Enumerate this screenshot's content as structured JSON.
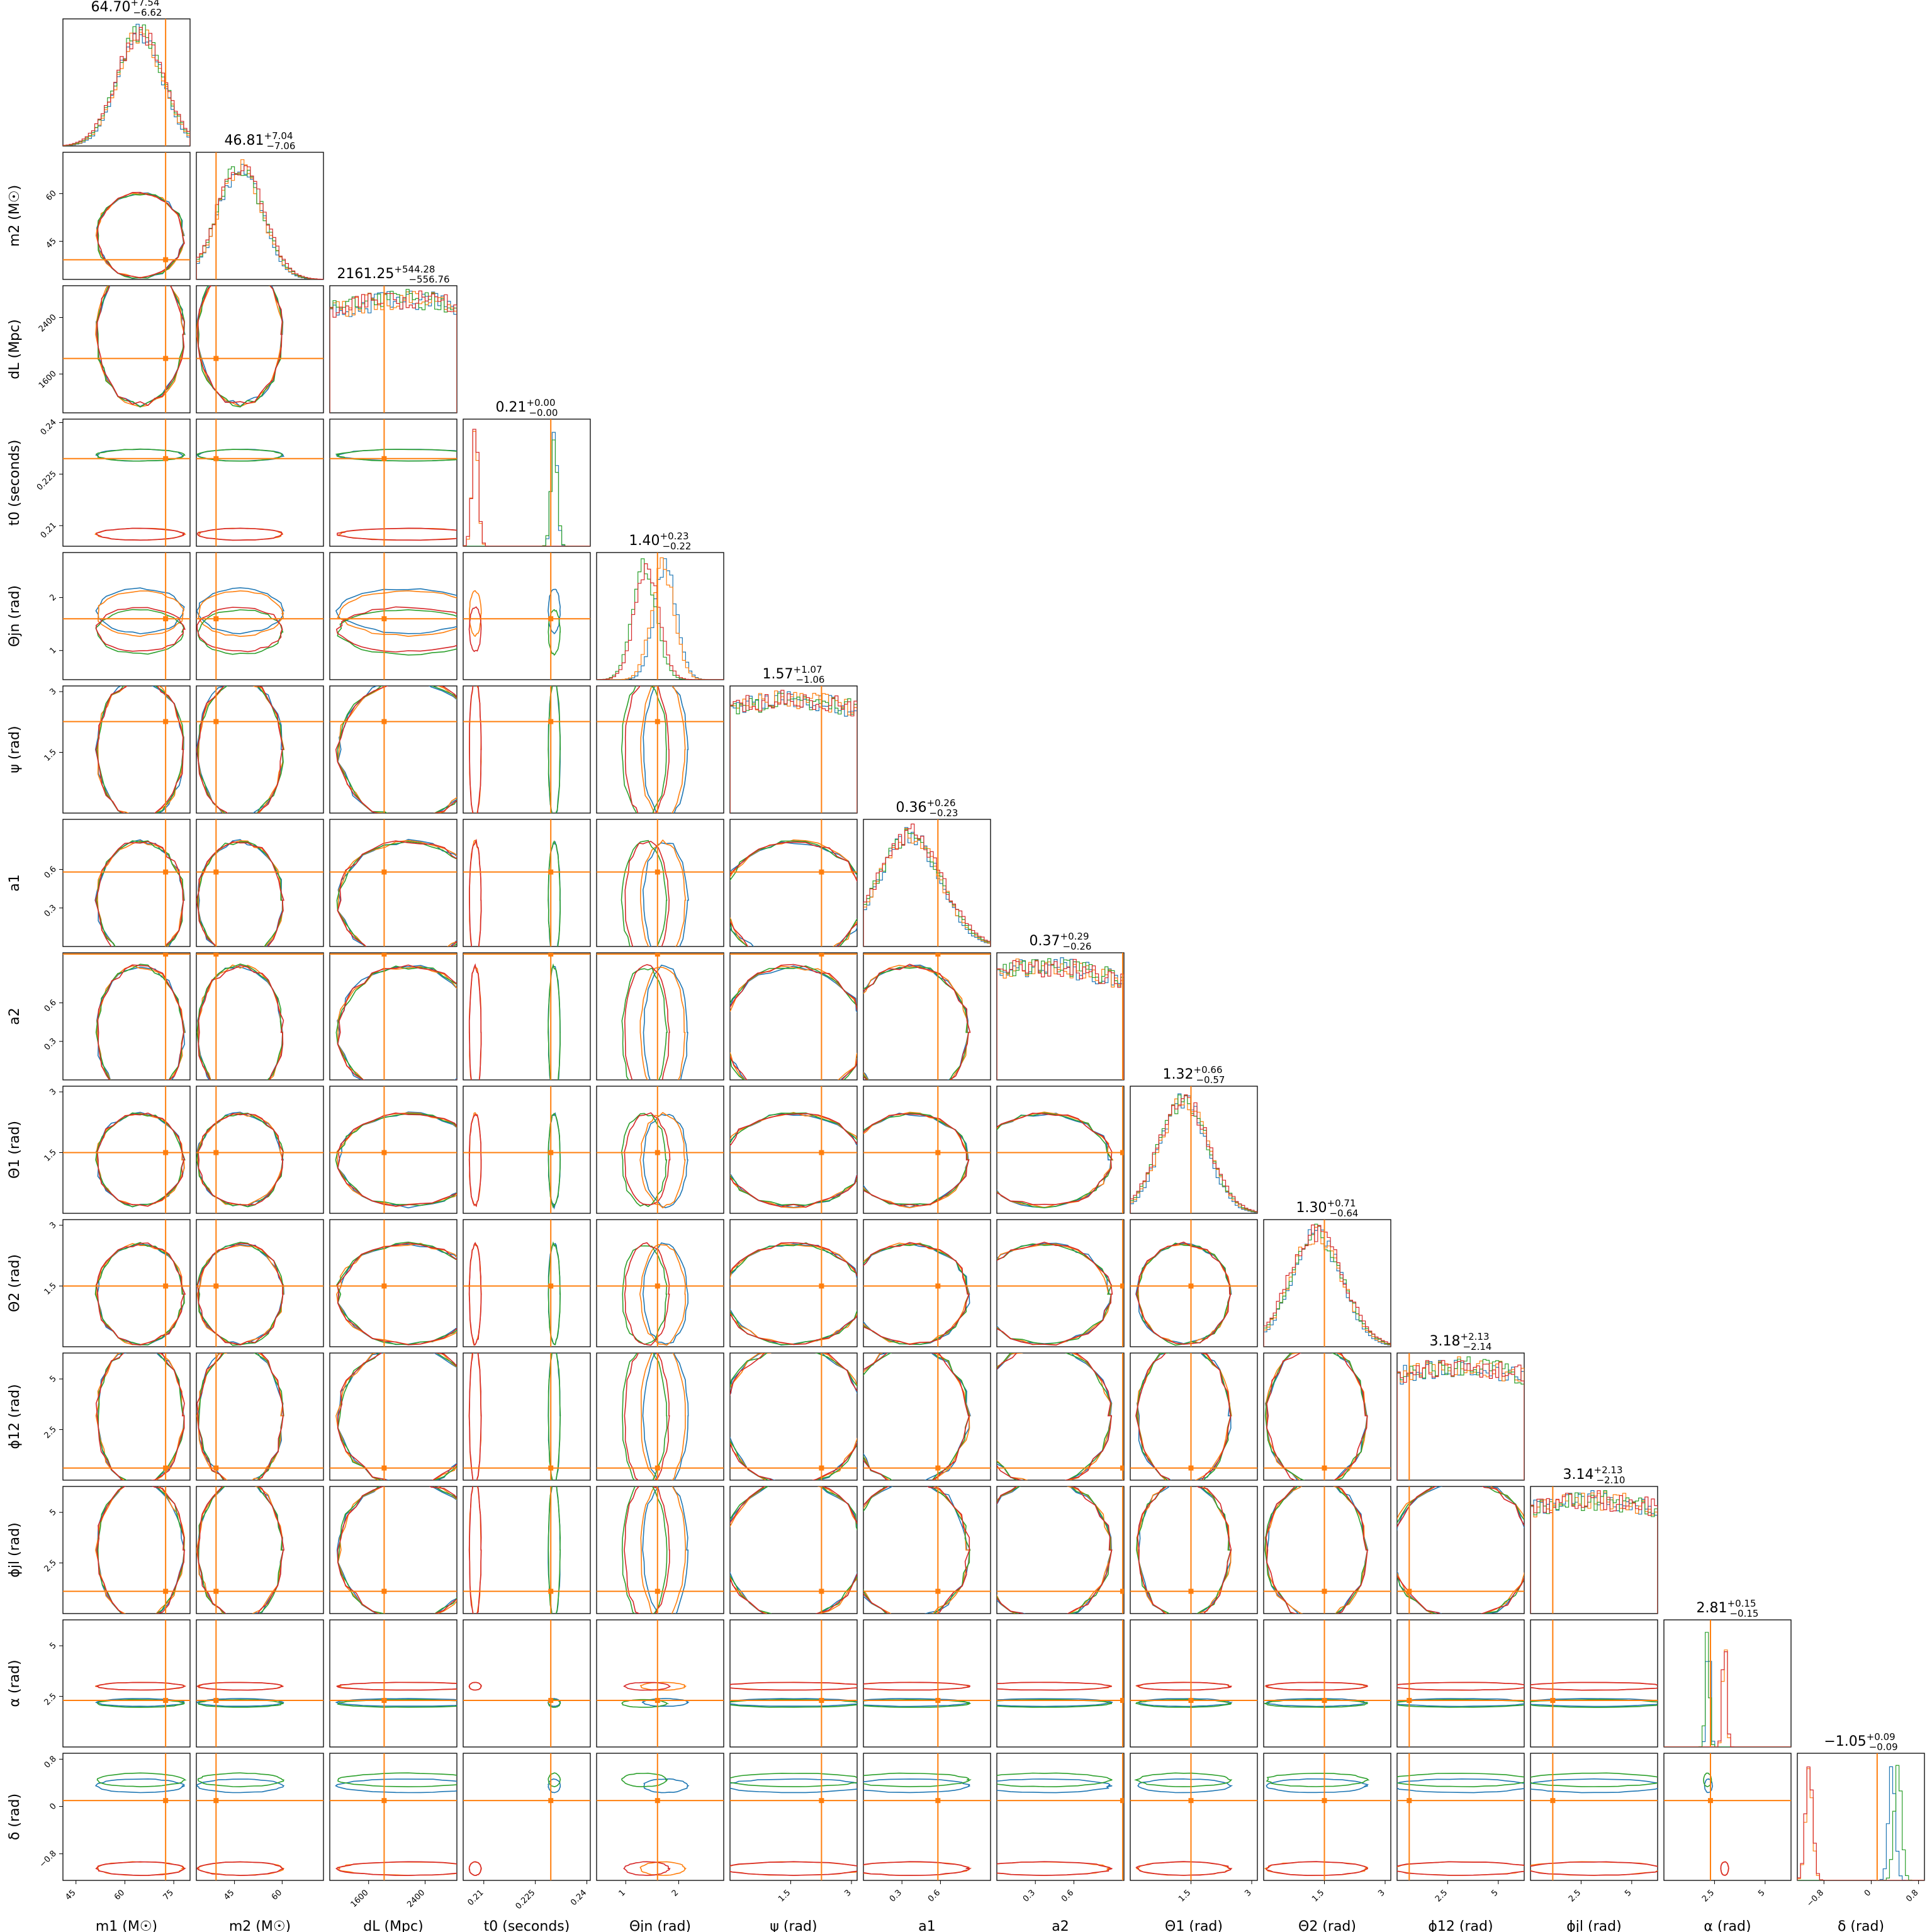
{
  "chart_data": {
    "type": "corner",
    "truth_color": "#ff7f0e",
    "series_colors": [
      "#1f77b4",
      "#ff7f0e",
      "#2ca02c",
      "#d62728"
    ],
    "parameters": [
      {
        "label": "m1 (M☉)",
        "title": "64.70",
        "plus": "+7.54",
        "minus": "−6.62",
        "range": [
          41,
          80
        ],
        "ticks": [
          45,
          60,
          75
        ],
        "truth": 72.5,
        "mean": 64.7,
        "sd": 7.0,
        "modes": [
          0,
          0,
          0,
          0
        ]
      },
      {
        "label": "m2 (M☉)",
        "title": "46.81",
        "plus": "+7.04",
        "minus": "−7.06",
        "range": [
          33,
          73
        ],
        "ticks": [
          45,
          60
        ],
        "truth": 39.2,
        "mean": 46.8,
        "sd": 7.0,
        "modes": [
          0,
          0,
          0,
          0
        ]
      },
      {
        "label": "dL (Mpc)",
        "title": "2161.25",
        "plus": "+544.28",
        "minus": "−556.76",
        "range": [
          1050,
          2850
        ],
        "ticks": [
          1600,
          2400
        ],
        "truth": 1820,
        "mean": 2161,
        "sd": 550,
        "modes": [
          0,
          0,
          0,
          0
        ]
      },
      {
        "label": "t0 (seconds)",
        "title": "0.21",
        "plus": "+0.00",
        "minus": "−0.00",
        "range": [
          0.204,
          0.241
        ],
        "ticks": [
          0.21,
          0.225,
          0.24
        ],
        "truth": 0.2295,
        "mean": 0.232,
        "sd": 0.0009,
        "modes": [
          0.2305,
          0.2075,
          0.2305,
          0.2075
        ]
      },
      {
        "label": "Θjn (rad)",
        "title": "1.40",
        "plus": "+0.23",
        "minus": "−0.22",
        "range": [
          0.45,
          2.85
        ],
        "ticks": [
          1,
          2
        ],
        "truth": 1.6,
        "mean": 1.4,
        "sd": 0.22,
        "modes": [
          1.75,
          1.7,
          1.35,
          1.4
        ]
      },
      {
        "label": "ψ (rad)",
        "title": "1.57",
        "plus": "+1.07",
        "minus": "−1.06",
        "range": [
          0.0,
          3.14
        ],
        "ticks": [
          1.5,
          3.0
        ],
        "truth": 2.26,
        "mean": 1.57,
        "sd": 0.9,
        "modes": [
          0,
          0,
          0,
          0
        ]
      },
      {
        "label": "a1",
        "title": "0.36",
        "plus": "+0.26",
        "minus": "−0.23",
        "range": [
          0.0,
          0.99
        ],
        "ticks": [
          0.3,
          0.6
        ],
        "truth": 0.58,
        "mean": 0.36,
        "sd": 0.24,
        "modes": [
          0,
          0,
          0,
          0
        ]
      },
      {
        "label": "a2",
        "title": "0.37",
        "plus": "+0.29",
        "minus": "−0.26",
        "range": [
          0.0,
          0.99
        ],
        "ticks": [
          0.3,
          0.6
        ],
        "truth": 0.98,
        "mean": 0.37,
        "sd": 0.27,
        "modes": [
          0,
          0,
          0,
          0
        ]
      },
      {
        "label": "Θ1 (rad)",
        "title": "1.32",
        "plus": "+0.66",
        "minus": "−0.57",
        "range": [
          0.0,
          3.14
        ],
        "ticks": [
          1.5,
          3.0
        ],
        "truth": 1.5,
        "mean": 1.32,
        "sd": 0.6,
        "modes": [
          0,
          0,
          0,
          0
        ]
      },
      {
        "label": "Θ2 (rad)",
        "title": "1.30",
        "plus": "+0.71",
        "minus": "−0.64",
        "range": [
          0.0,
          3.14
        ],
        "ticks": [
          1.5,
          3.0
        ],
        "truth": 1.5,
        "mean": 1.3,
        "sd": 0.65,
        "modes": [
          0,
          0,
          0,
          0
        ]
      },
      {
        "label": "ϕ12 (rad)",
        "title": "3.18",
        "plus": "+2.13",
        "minus": "−2.14",
        "range": [
          0.0,
          6.28
        ],
        "ticks": [
          2.5,
          5.0
        ],
        "truth": 0.6,
        "mean": 3.18,
        "sd": 1.8,
        "modes": [
          0,
          0,
          0,
          0
        ]
      },
      {
        "label": "ϕjl (rad)",
        "title": "3.14",
        "plus": "+2.13",
        "minus": "−2.10",
        "range": [
          0.0,
          6.28
        ],
        "ticks": [
          2.5,
          5.0
        ],
        "truth": 1.1,
        "mean": 3.14,
        "sd": 1.8,
        "modes": [
          0,
          0,
          0,
          0
        ]
      },
      {
        "label": "α (rad)",
        "title": "2.81",
        "plus": "+0.15",
        "minus": "−0.15",
        "range": [
          0.0,
          6.28
        ],
        "ticks": [
          2.5,
          5.0
        ],
        "truth": 2.3,
        "mean": 2.81,
        "sd": 0.1,
        "modes": [
          2.2,
          3.0,
          2.15,
          3.0
        ]
      },
      {
        "label": "δ (rad)",
        "title": "−1.05",
        "plus": "+0.09",
        "minus": "−0.09",
        "range": [
          -1.25,
          0.9
        ],
        "ticks": [
          -0.8,
          0.0,
          0.8
        ],
        "truth": 0.1,
        "mean": -1.05,
        "sd": 0.06,
        "modes": [
          0.35,
          -1.05,
          0.45,
          -1.05
        ]
      }
    ]
  }
}
